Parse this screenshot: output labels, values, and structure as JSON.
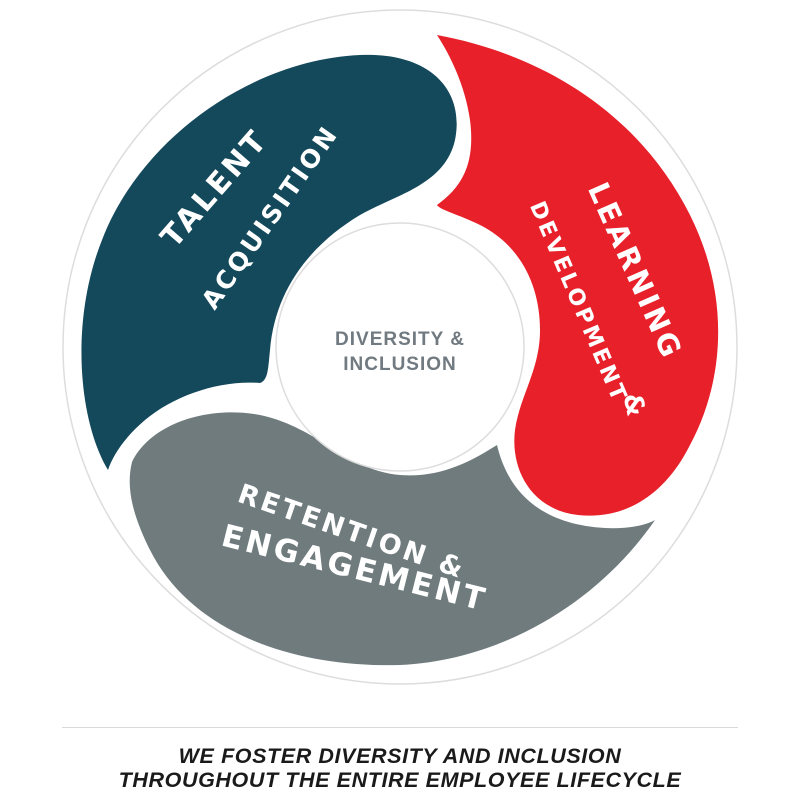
{
  "diagram": {
    "center": {
      "line1": "DIVERSITY &",
      "line2": "INCLUSION"
    },
    "segments": {
      "talent_acquisition": {
        "line1": "TALENT",
        "line2": "ACQUISITION",
        "color": "#14495b"
      },
      "learning_development": {
        "line1": "LEARNING",
        "line2": "DEVELOPMENT",
        "line3": "&",
        "color": "#e8202a"
      },
      "retention_engagement": {
        "line1": "RETENTION &",
        "line2": "ENGAGEMENT",
        "color": "#6f7b7d"
      }
    }
  },
  "footer": {
    "line1": "WE FOSTER DIVERSITY AND INCLUSION",
    "line2": "THROUGHOUT THE ENTIRE EMPLOYEE LIFECYCLE"
  }
}
